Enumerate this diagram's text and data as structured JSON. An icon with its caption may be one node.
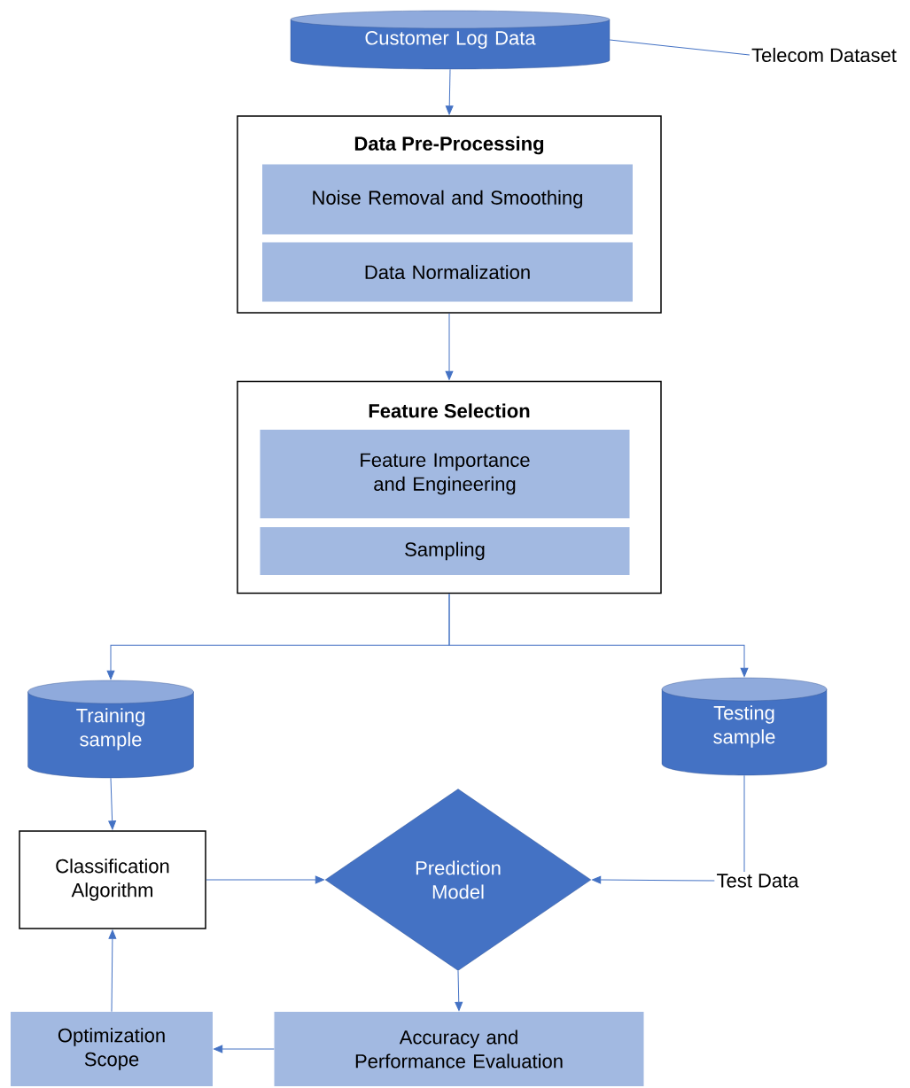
{
  "diagram": {
    "nodes": [
      {
        "text": [
          "Customer Log Data"
        ]
      },
      {
        "text": [
          "Telecom Dataset"
        ]
      },
      {
        "text": [
          "Data Pre-Processing"
        ]
      },
      {
        "text": [
          "Noise Removal and Smoothing"
        ],
        "in": 2
      },
      {
        "text": [
          "Data Normalization"
        ],
        "in": 2
      },
      {
        "text": [
          "Feature Selection"
        ]
      },
      {
        "text": [
          "Feature Importance and Engineering"
        ],
        "in": 5
      },
      {
        "text": [
          "Sampling"
        ],
        "in": 5
      },
      {
        "text": [
          "Training sample"
        ]
      },
      {
        "text": [
          "Testing sample"
        ]
      },
      {
        "text": [
          "Classification Algorithm"
        ]
      },
      {
        "text": [
          "Prediction Model"
        ]
      },
      {
        "text": [
          "Test Data"
        ]
      },
      {
        "text": [
          "Accuracy and Performance Evaluation"
        ]
      },
      {
        "text": [
          "Optimization Scope"
        ]
      }
    ],
    "edges": [
      {
        "from": 0,
        "to": 1,
        "arrow": "none"
      },
      {
        "from": 0,
        "to": 2,
        "arrow": "to"
      },
      {
        "from": 2,
        "to": 5,
        "arrow": "to"
      },
      {
        "from": 5,
        "to": 8,
        "arrow": "to"
      },
      {
        "from": 5,
        "to": 9,
        "arrow": "to"
      },
      {
        "from": 8,
        "to": 10,
        "arrow": "to"
      },
      {
        "from": 9,
        "to": 12,
        "arrow": "none"
      },
      {
        "from": 10,
        "to": 11,
        "arrow": "to"
      },
      {
        "from": 12,
        "to": 11,
        "arrow": "to"
      },
      {
        "from": 11,
        "to": 13,
        "arrow": "to"
      },
      {
        "from": 13,
        "to": 14,
        "arrow": "to"
      },
      {
        "from": 14,
        "to": 10,
        "arrow": "to"
      }
    ]
  }
}
